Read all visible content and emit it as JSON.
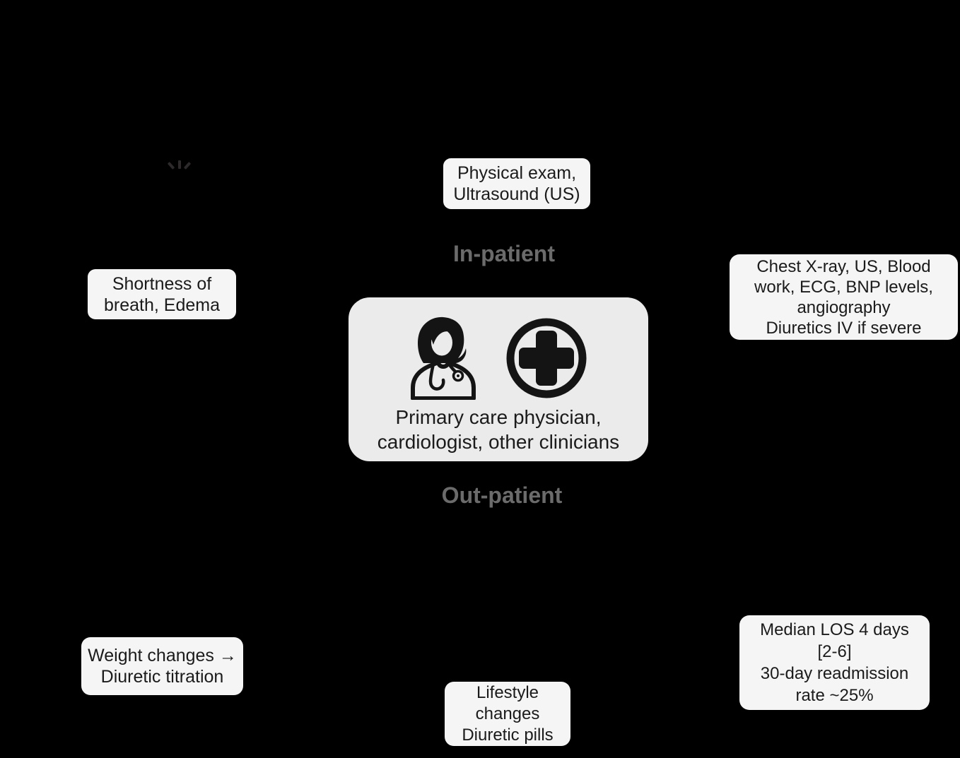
{
  "theme": {
    "page_bg": "#000000",
    "note_bg": "#f5f5f5",
    "card_bg": "#ebebeb",
    "zone_label_color": "#6b6b6b",
    "note_text_color": "#1b1b1b",
    "icon_color": "#141414",
    "rays_color": "#2e2a2b"
  },
  "zones": {
    "inpatient": "In-patient",
    "outpatient": "Out-patient"
  },
  "center_card": {
    "lines": [
      "Primary care physician,",
      "cardiologist, other clinicians"
    ],
    "icons": [
      "female-doctor-icon",
      "medical-cross-icon"
    ]
  },
  "notes": {
    "physical_exam": {
      "lines": [
        "Physical exam,",
        "Ultrasound (US)"
      ]
    },
    "symptoms": {
      "lines": [
        "Shortness of",
        "breath, Edema"
      ]
    },
    "inpatient_tests": {
      "lines": [
        "Chest X-ray, US, Blood",
        "work, ECG, BNP levels,",
        "angiography",
        "Diuretics IV if severe"
      ]
    },
    "weight_titration": {
      "lines": [
        "Weight changes →",
        "Diuretic titration"
      ]
    },
    "lifestyle": {
      "lines": [
        "Lifestyle",
        "changes",
        "Diuretic pills"
      ]
    },
    "outcomes": {
      "lines": [
        "Median LOS 4 days",
        "[2-6]",
        "30-day readmission",
        "rate ~25%"
      ]
    }
  },
  "decoration": {
    "rays": "three radiating strokes"
  }
}
